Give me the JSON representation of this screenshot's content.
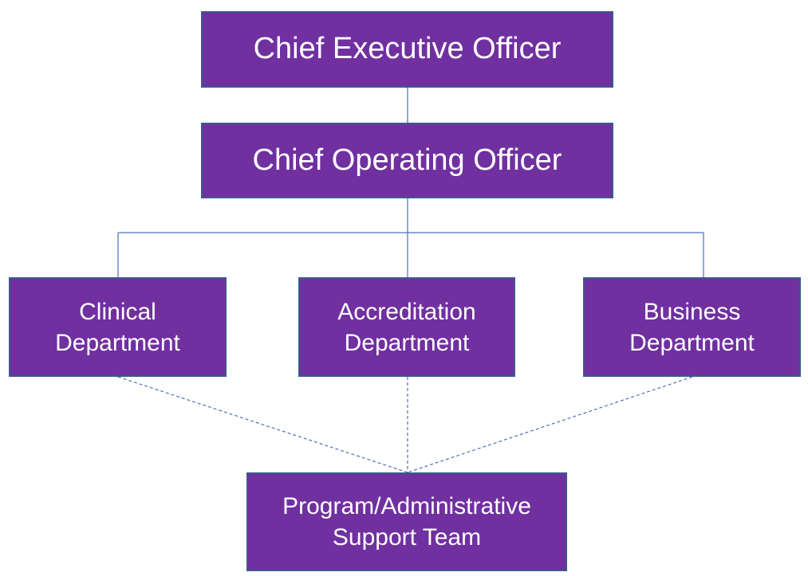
{
  "org_chart": {
    "nodes": {
      "ceo": "Chief Executive Officer",
      "coo": "Chief Operating Officer",
      "clinical": "Clinical\nDepartment",
      "accreditation": "Accreditation\nDepartment",
      "business": "Business\nDepartment",
      "support": "Program/Administrative\nSupport Team"
    },
    "edges": [
      {
        "from": "ceo",
        "to": "coo",
        "style": "solid"
      },
      {
        "from": "coo",
        "to": "clinical",
        "style": "solid"
      },
      {
        "from": "coo",
        "to": "accreditation",
        "style": "solid"
      },
      {
        "from": "coo",
        "to": "business",
        "style": "solid"
      },
      {
        "from": "clinical",
        "to": "support",
        "style": "dashed"
      },
      {
        "from": "accreditation",
        "to": "support",
        "style": "dashed"
      },
      {
        "from": "business",
        "to": "support",
        "style": "dashed"
      }
    ]
  },
  "colors": {
    "box_fill": "#7030a0",
    "box_border": "#3b5a8c",
    "connector": "#4a72b8",
    "text": "#ffffff"
  }
}
